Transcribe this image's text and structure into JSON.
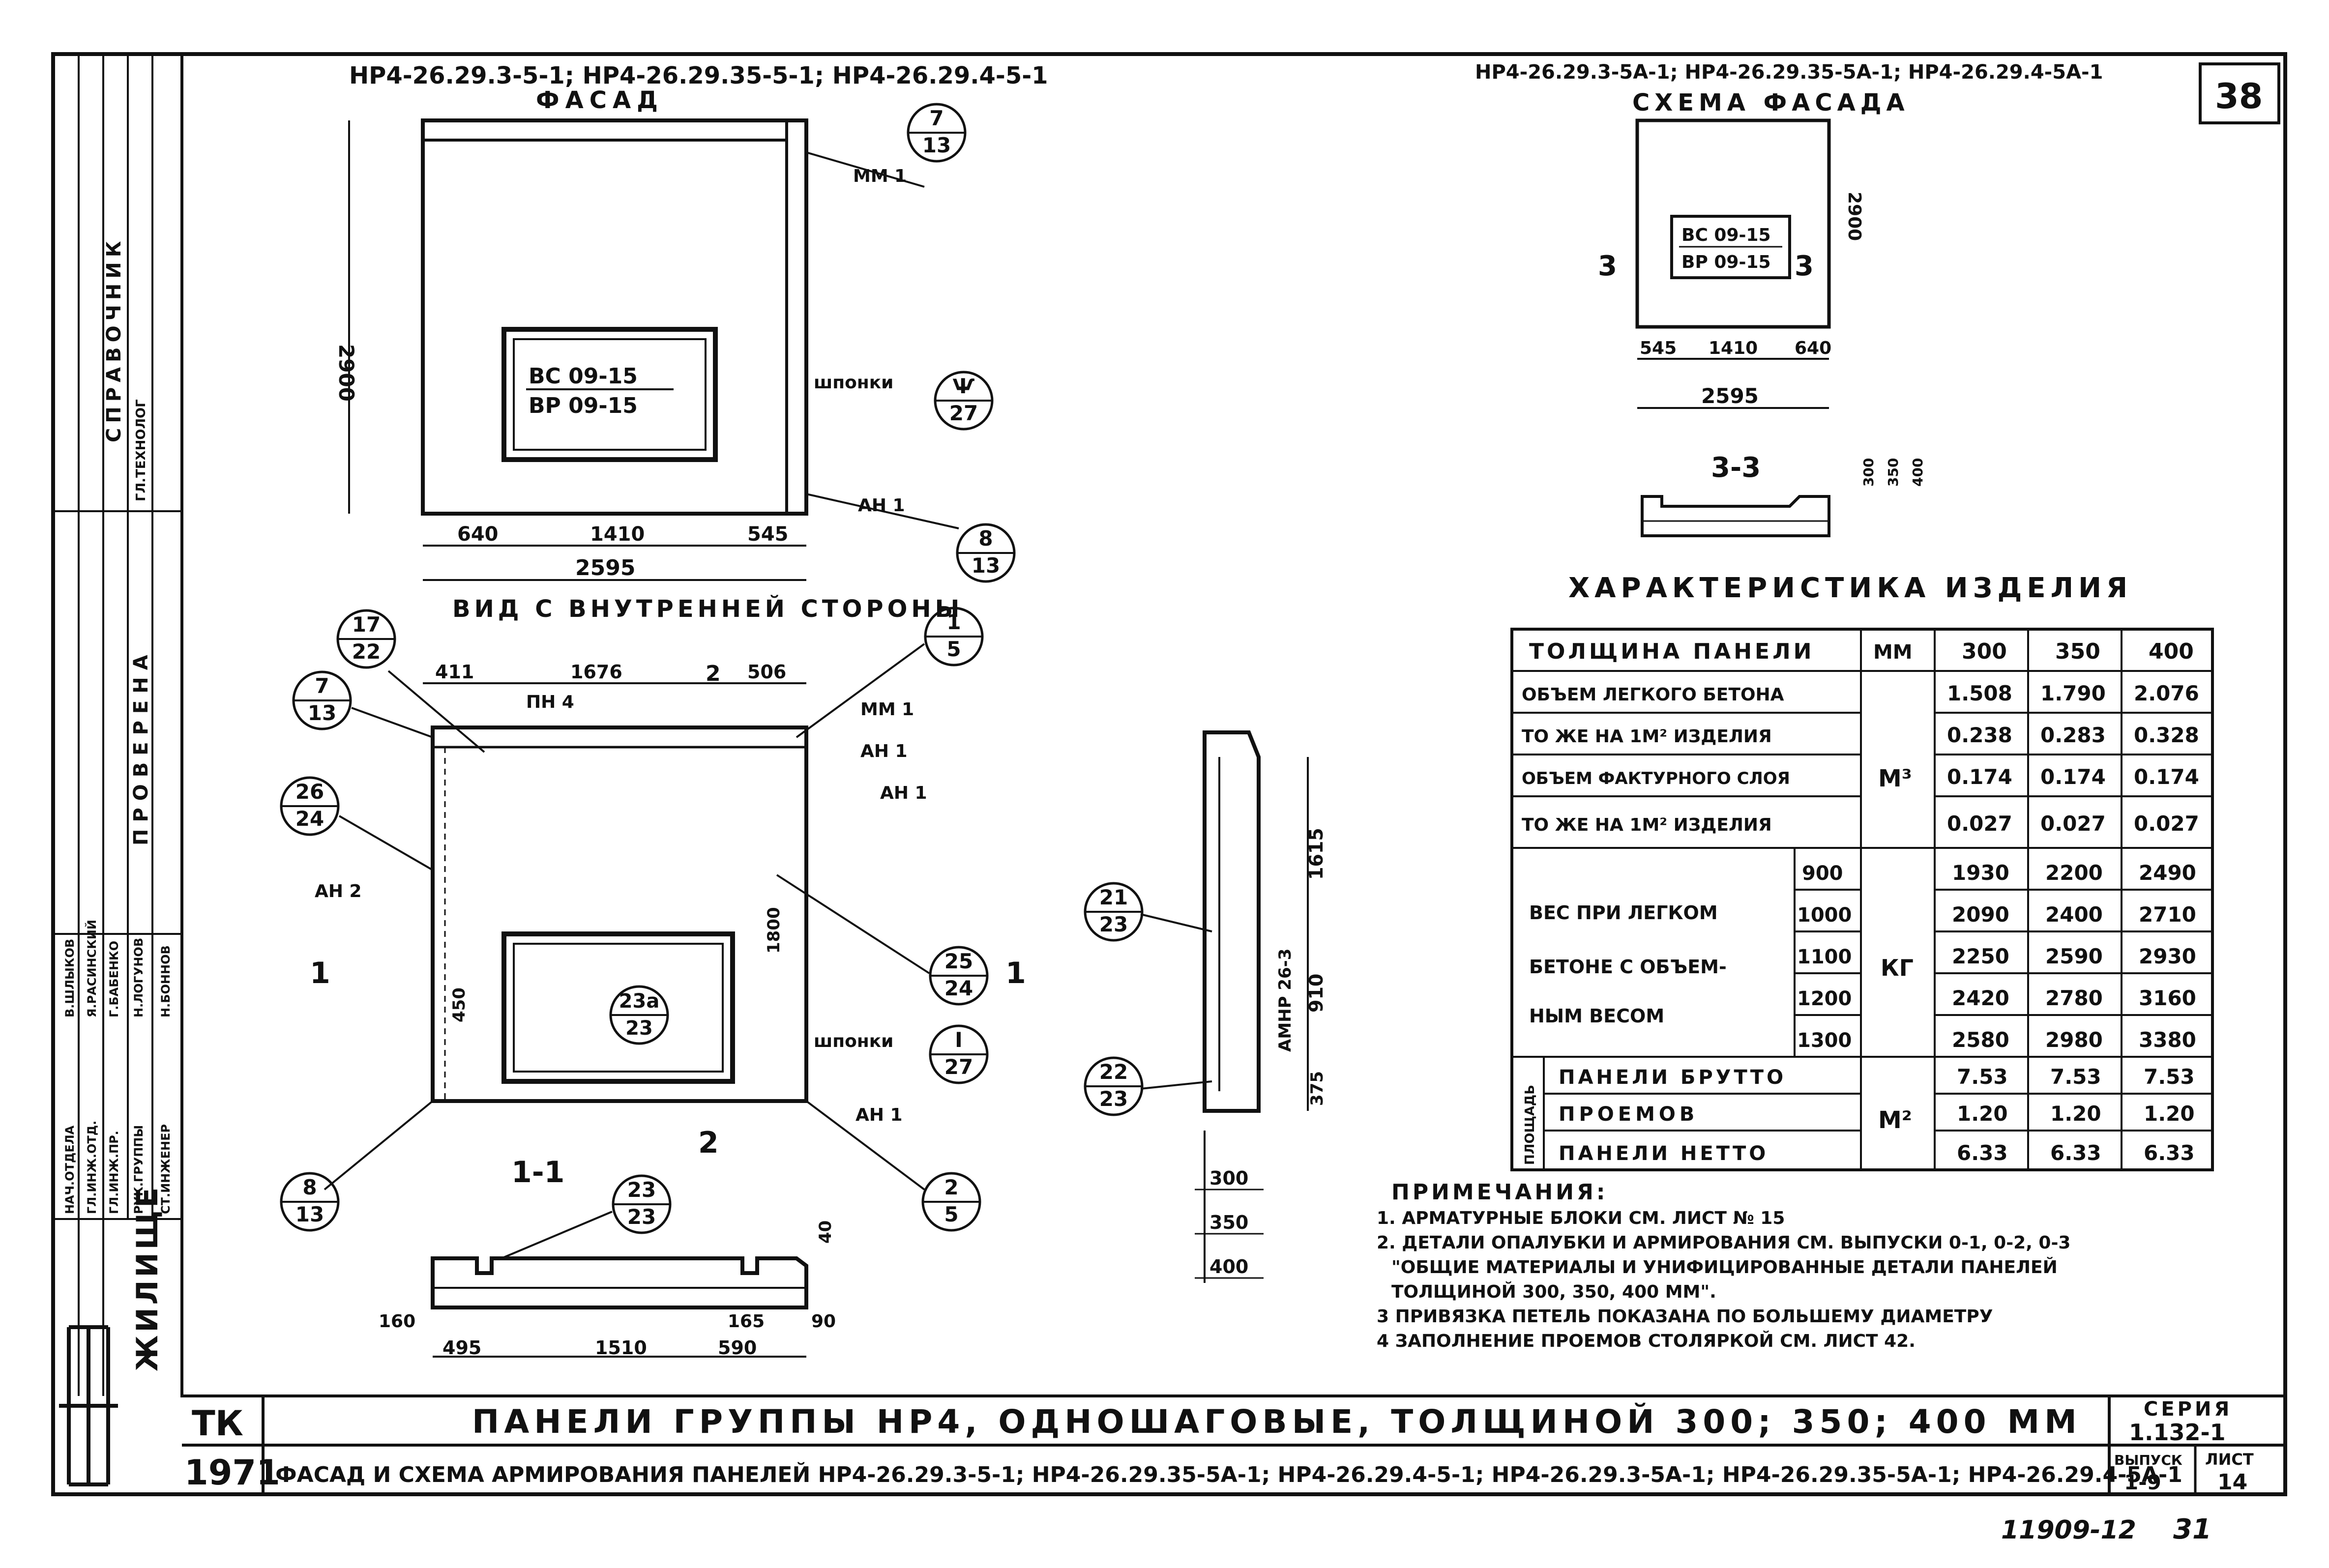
{
  "header": {
    "left_marks": "НР4-26.29.3-5-1; НР4-26.29.35-5-1; НР4-26.29.4-5-1",
    "right_marks": "НР4-26.29.3-5А-1; НР4-26.29.35-5А-1; НР4-26.29.4-5А-1",
    "page_number": "38"
  },
  "facade": {
    "title": "ФАСАД",
    "height_dim": "2900",
    "block_top": "ВС 09-15",
    "block_bottom": "ВР 09-15",
    "dims": [
      "640",
      "1410",
      "545"
    ],
    "total": "2595",
    "labels": {
      "mn1": "ММ 1",
      "keys": "шпонки",
      "an1": "АН 1"
    },
    "callouts": [
      {
        "top": "7",
        "bottom": "13"
      },
      {
        "top": "Ѱ",
        "bottom": "27"
      },
      {
        "top": "8",
        "bottom": "13"
      }
    ]
  },
  "inner_view": {
    "title": "ВИД С ВНУТРЕННЕЙ СТОРОНЫ",
    "dims_top": [
      "411",
      "1676",
      "506"
    ],
    "section_mark": "2",
    "pn_label": "ПН 4",
    "labels": {
      "mn1": "ММ 1",
      "an1": "АН 1",
      "ah1": "АН 1",
      "an2": "АН 2",
      "keys": "шпонки",
      "an1b": "АН 1"
    },
    "dim_450": "450",
    "dim_1800": "1800",
    "section_1": "1",
    "section_2": "2",
    "callouts": [
      {
        "top": "17",
        "bottom": "22"
      },
      {
        "top": "1",
        "bottom": "5"
      },
      {
        "top": "7",
        "bottom": "13"
      },
      {
        "top": "26",
        "bottom": "24"
      },
      {
        "top": "25",
        "bottom": "24"
      },
      {
        "top": "I",
        "bottom": "27"
      },
      {
        "top": "23а",
        "bottom": "23"
      },
      {
        "top": "8",
        "bottom": "13"
      },
      {
        "top": "2",
        "bottom": "5"
      }
    ]
  },
  "section_1_1": {
    "title": "1-1",
    "dims": [
      "160",
      "495",
      "1510",
      "165",
      "590",
      "90"
    ],
    "side": "40",
    "callout": {
      "top": "23",
      "bottom": "23"
    }
  },
  "side_section": {
    "dims": [
      "1615",
      "910",
      "375"
    ],
    "block_label": "АМНР 26-3",
    "thickness": [
      "300",
      "350",
      "400"
    ],
    "callouts": [
      {
        "top": "21",
        "bottom": "23"
      },
      {
        "top": "22",
        "bottom": "23"
      }
    ]
  },
  "scheme": {
    "title": "СХЕМА ФАСАДА",
    "block_top": "ВС 09-15",
    "block_bottom": "ВР 09-15",
    "height_dim": "2900",
    "dims": [
      "545",
      "1410",
      "640"
    ],
    "total": "2595",
    "section_mark": "3",
    "section_title": "3-3",
    "section_dims": [
      "300",
      "350",
      "400"
    ]
  },
  "characteristics": {
    "title": "ХАРАКТЕРИСТИКА ИЗДЕЛИЯ",
    "header": [
      "ТОЛЩИНА ПАНЕЛИ",
      "ММ",
      "300",
      "350",
      "400"
    ],
    "rows": [
      {
        "label": "ОБЪЕМ ЛЕГКОГО БЕТОНА",
        "values": [
          "1.508",
          "1.790",
          "2.076"
        ]
      },
      {
        "label": "ТО ЖЕ НА 1М² ИЗДЕЛИЯ",
        "values": [
          "0.238",
          "0.283",
          "0.328"
        ]
      },
      {
        "label": "ОБЪЕМ ФАКТУРНОГО СЛОЯ",
        "values": [
          "0.174",
          "0.174",
          "0.174"
        ]
      },
      {
        "label": "ТО ЖЕ НА 1М² ИЗДЕЛИЯ",
        "values": [
          "0.027",
          "0.027",
          "0.027"
        ]
      }
    ],
    "volume_unit": "М³",
    "weight_label": [
      "ВЕС ПРИ ЛЕГКОМ",
      "БЕТОНЕ С ОБЪЕМ-",
      "НЫМ ВЕСОМ"
    ],
    "weight_unit": "КГ",
    "weights": [
      {
        "density": "900",
        "values": [
          "1930",
          "2200",
          "2490"
        ]
      },
      {
        "density": "1000",
        "values": [
          "2090",
          "2400",
          "2710"
        ]
      },
      {
        "density": "1100",
        "values": [
          "2250",
          "2590",
          "2930"
        ]
      },
      {
        "density": "1200",
        "values": [
          "2420",
          "2780",
          "3160"
        ]
      },
      {
        "density": "1300",
        "values": [
          "2580",
          "2980",
          "3380"
        ]
      }
    ],
    "area_group": "ПЛОЩАДЬ",
    "area_unit": "М²",
    "areas": [
      {
        "label": "ПАНЕЛИ БРУТТО",
        "values": [
          "7.53",
          "7.53",
          "7.53"
        ]
      },
      {
        "label": "ПРОЕМОВ",
        "values": [
          "1.20",
          "1.20",
          "1.20"
        ]
      },
      {
        "label": "ПАНЕЛИ НЕТТО",
        "values": [
          "6.33",
          "6.33",
          "6.33"
        ]
      }
    ]
  },
  "notes": {
    "title": "ПРИМЕЧАНИЯ:",
    "lines": [
      "1. АРМАТУРНЫЕ БЛОКИ СМ. ЛИСТ № 15",
      "2. ДЕТАЛИ ОПАЛУБКИ И АРМИРОВАНИЯ СМ. ВЫПУСКИ 0-1, 0-2, 0-3",
      "\"ОБЩИЕ МАТЕРИАЛЫ И УНИФИЦИРОВАННЫЕ ДЕТАЛИ ПАНЕЛЕЙ",
      "ТОЛЩИНОЙ 300, 350, 400 ММ\".",
      "3 ПРИВЯЗКА ПЕТЕЛЬ ПОКАЗАНА ПО БОЛЬШЕМУ ДИАМЕТРУ",
      "4 ЗАПОЛНЕНИЕ ПРОЕМОВ СТОЛЯРКОЙ СМ. ЛИСТ 42."
    ]
  },
  "title_block": {
    "tk": "ТК",
    "year": "1971",
    "title1": "ПАНЕЛИ ГРУППЫ НР4, ОДНОШАГОВЫЕ, ТОЛЩИНОЙ 300; 350; 400 ММ",
    "title2": "ФАСАД И СХЕМА АРМИРОВАНИЯ ПАНЕЛЕЙ НР4-26.29.3-5-1; НР4-26.29.35-5А-1; НР4-26.29.4-5-1; НР4-26.29.3-5А-1; НР4-26.29.35-5А-1; НР4-26.29.4-5А-1",
    "series_label": "СЕРИЯ",
    "series": "1.132-1",
    "issue_label": "ВЫПУСК",
    "issue": "1-9",
    "sheet_label": "ЛИСТ",
    "sheet": "14",
    "org": "ЖИЛИЩЕ"
  },
  "side_stamp": {
    "rows": [
      "НАЧ.ОТДЕЛА",
      "ГЛ.ИНЖ.ОТД.",
      "ГЛ.ИНЖ.ПР.",
      "РУК.ГРУППЫ",
      "СТ.ИНЖЕНЕР"
    ],
    "names": [
      "В.ШЛЫКОВ",
      "Я.РАСИНСКИЙ",
      "Г.БАБЕНКО",
      "Н.ЛОГУНОВ",
      "Н.БОННОВ"
    ],
    "checked": "ПРОВЕРЕНА",
    "copy_checked": "СПРАВОЧНИК",
    "tech": "ГЛ.ТЕХНОЛОГ"
  },
  "footer": {
    "code": "11909-12",
    "page": "31"
  }
}
